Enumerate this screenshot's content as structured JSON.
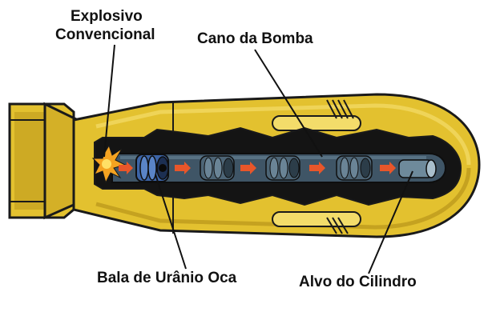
{
  "labels": {
    "explosive_line1": "Explosivo",
    "explosive_line2": "Convencional",
    "barrel": "Cano da Bomba",
    "bullet": "Bala de Urânio Oca",
    "target": "Alvo do Cilindro"
  },
  "colors": {
    "casing": "#e3c12f",
    "casing_shadow": "#b8941a",
    "interior": "#141414",
    "barrel": "#3f5566",
    "barrel_light": "#5f7a8c",
    "bullet_blue": "#3c64a6",
    "arrow": "#e8562a",
    "blast": "#f4a321",
    "outline": "#1a1a1a"
  },
  "icons": {
    "blast": "explosion-icon",
    "arrow": "right-arrow-icon"
  }
}
